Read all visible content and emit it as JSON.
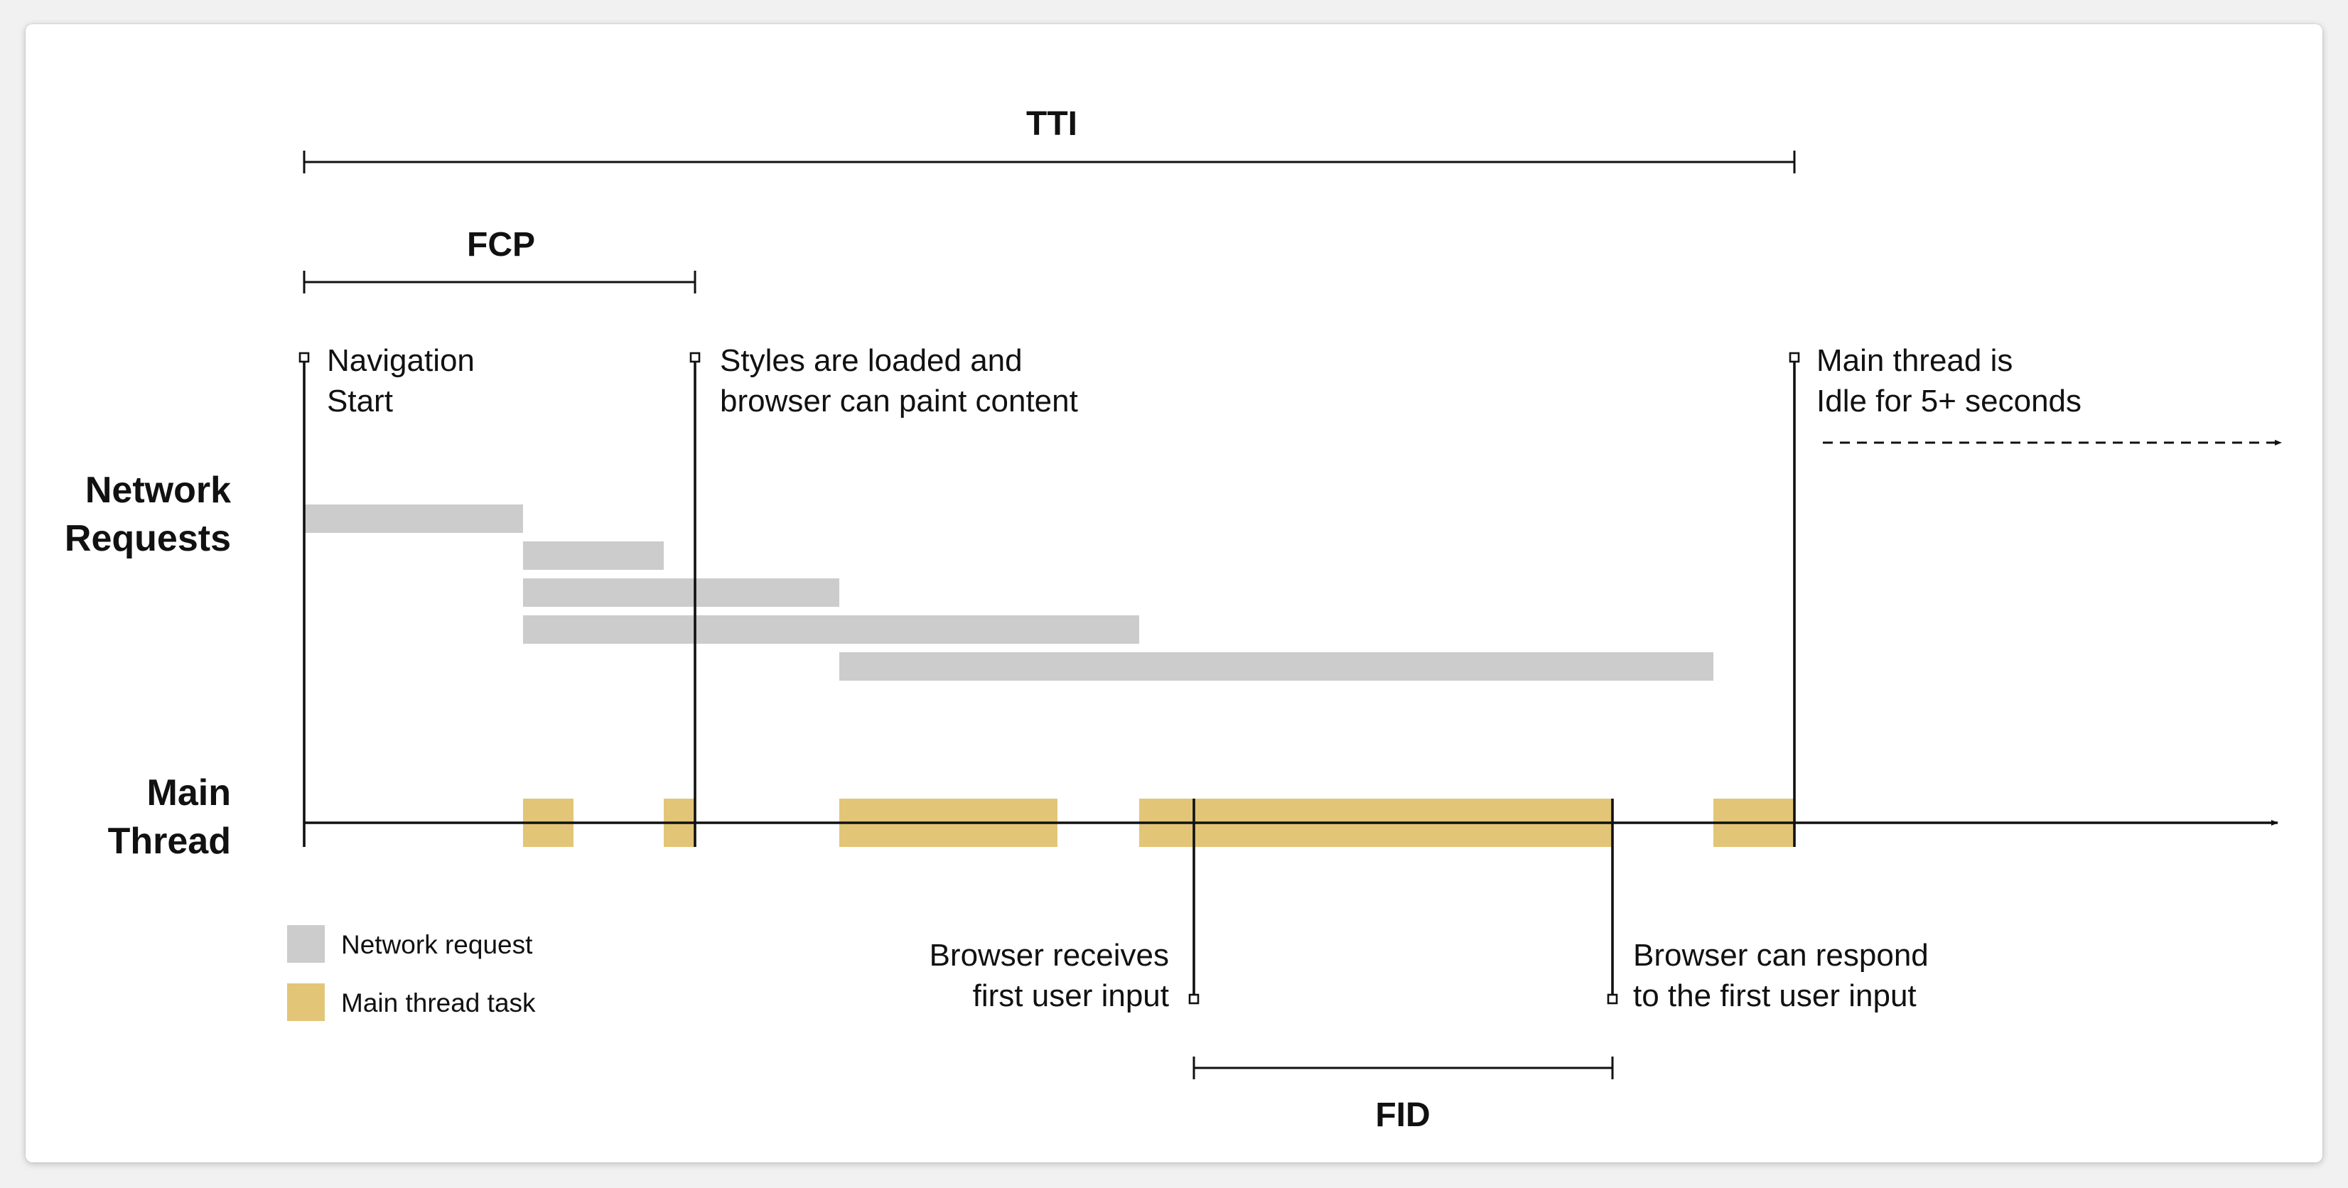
{
  "colors": {
    "network": "#cccccc",
    "task": "#e2c577",
    "ink": "#111111"
  },
  "spans": {
    "tti": "TTI",
    "fcp": "FCP",
    "fid": "FID"
  },
  "rows": {
    "network": [
      "Network",
      "Requests"
    ],
    "main": [
      "Main",
      "Thread"
    ]
  },
  "annotations": {
    "nav_start": [
      "Navigation",
      "Start"
    ],
    "styles_loaded": [
      "Styles are loaded and",
      "browser can paint content"
    ],
    "idle": [
      "Main thread is",
      "Idle for 5+ seconds"
    ],
    "receives_input": [
      "Browser receives",
      "first user input"
    ],
    "can_respond": [
      "Browser can respond",
      "to the first user input"
    ]
  },
  "legend": {
    "network": "Network request",
    "task": "Main thread task"
  }
}
